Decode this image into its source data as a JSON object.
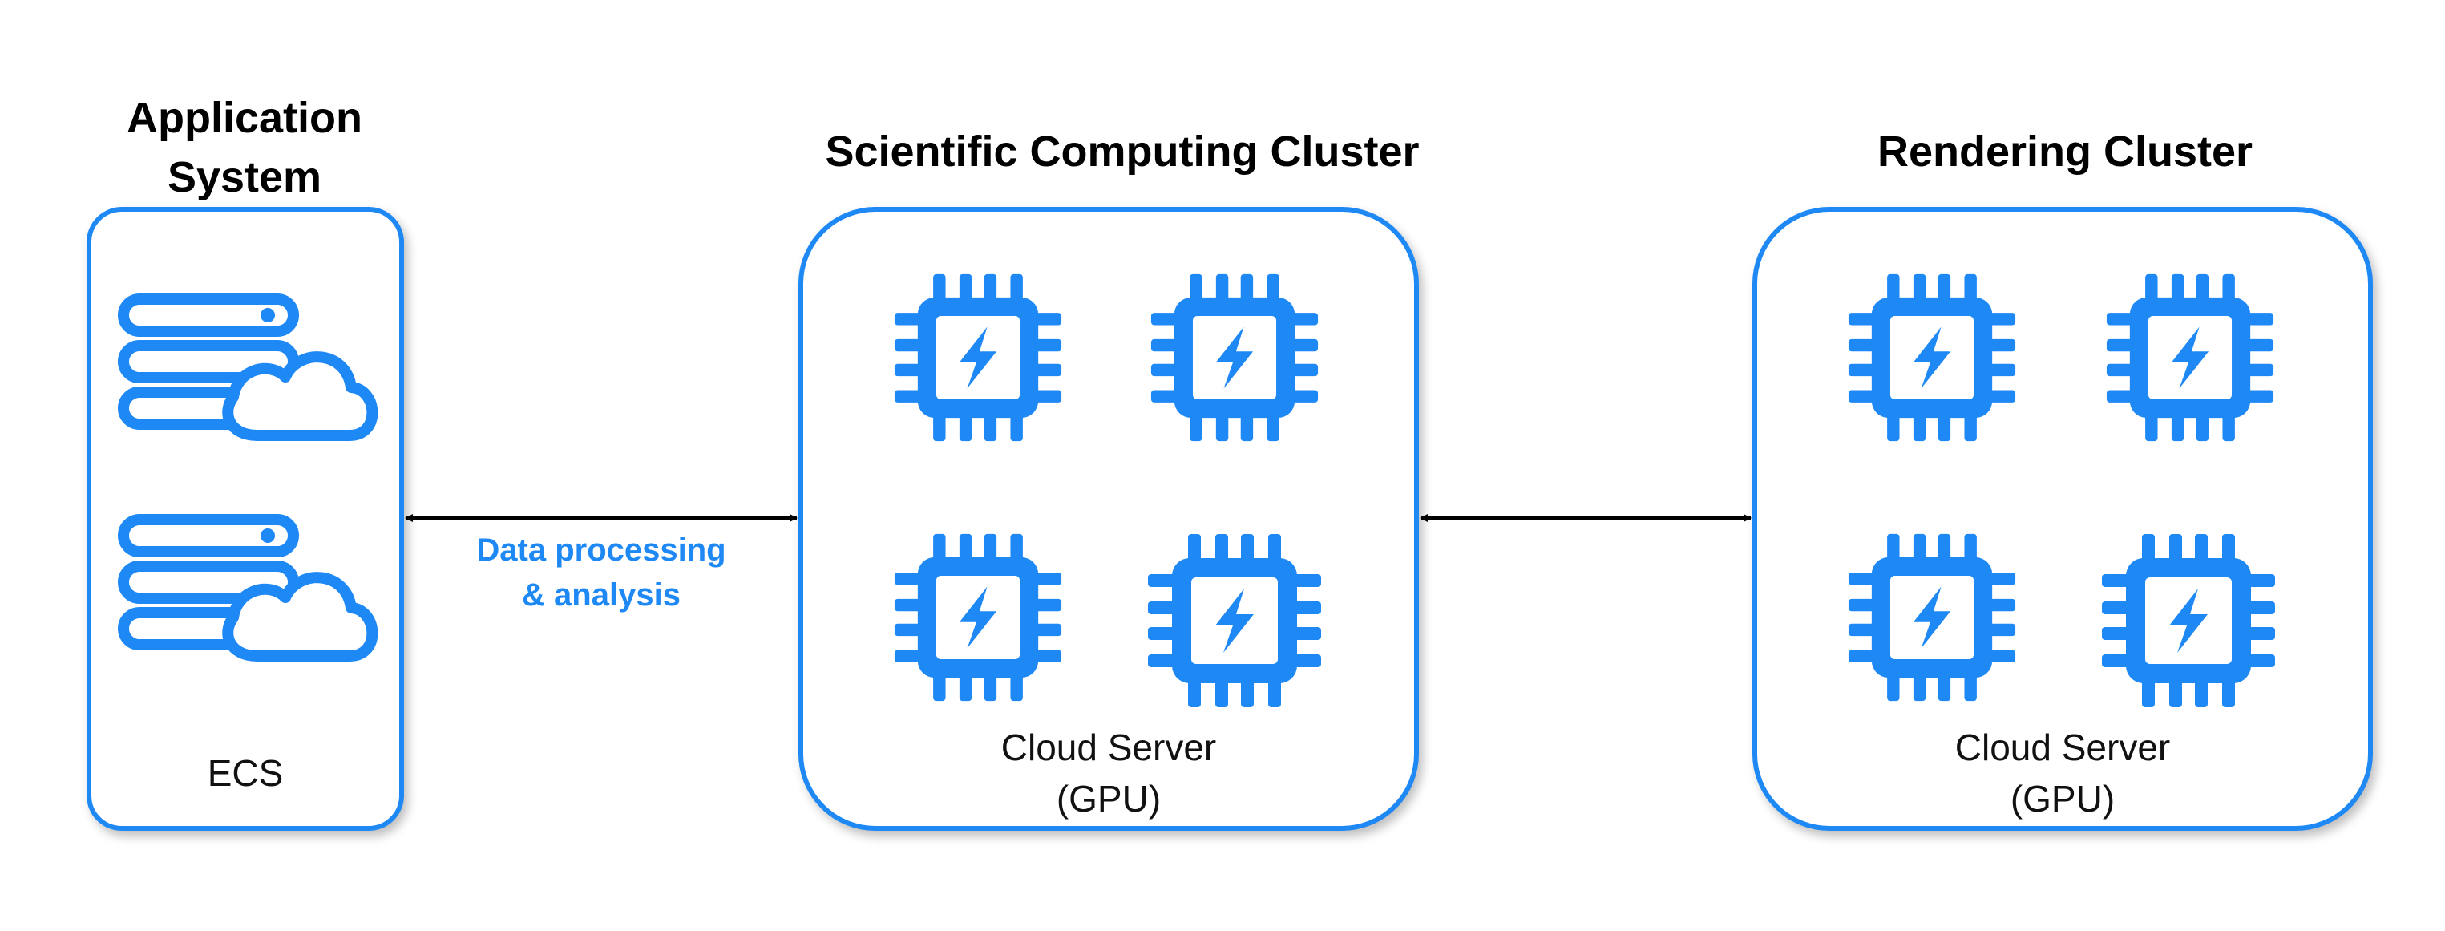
{
  "colors": {
    "accent": "#1e88f5",
    "arrow": "#000000"
  },
  "app_system": {
    "title_line1": "Application",
    "title_line2": "System",
    "label": "ECS",
    "icons": [
      "server-cloud-icon",
      "server-cloud-icon"
    ]
  },
  "sci_cluster": {
    "title": "Scientific Computing Cluster",
    "label_line1": "Cloud Server",
    "label_line2": "(GPU)",
    "icons": [
      "gpu-chip-icon",
      "gpu-chip-icon",
      "gpu-chip-icon",
      "gpu-chip-icon"
    ]
  },
  "render_cluster": {
    "title": "Rendering Cluster",
    "label_line1": "Cloud Server",
    "label_line2": "(GPU)",
    "icons": [
      "gpu-chip-icon",
      "gpu-chip-icon",
      "gpu-chip-icon",
      "gpu-chip-icon"
    ]
  },
  "edges": {
    "app_to_sci": {
      "label_line1": "Data processing",
      "label_line2": "& analysis",
      "direction": "bidirectional"
    },
    "sci_to_render": {
      "direction": "bidirectional"
    }
  }
}
